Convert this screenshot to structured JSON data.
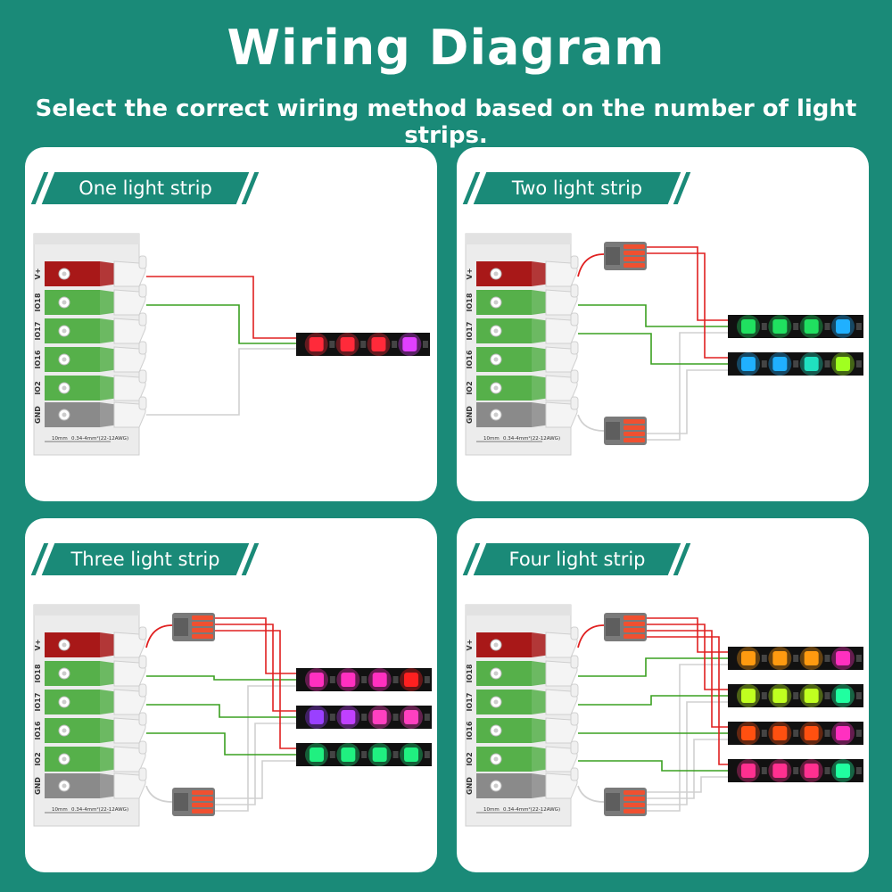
{
  "title": "Wiring Diagram",
  "subtitle": "Select the correct wiring method based on the number of light strips.",
  "terminal_labels": [
    "V+",
    "IO18",
    "IO17",
    "IO16",
    "IO2",
    "GND"
  ],
  "scale_text": "10mm",
  "wire_spec_text": "0.34-4mm²(22-12AWG)",
  "panels": [
    {
      "label": "One light strip",
      "strips": 1,
      "connectors": 0
    },
    {
      "label": "Two light strip",
      "strips": 2,
      "connectors": 2
    },
    {
      "label": "Three light strip",
      "strips": 3,
      "connectors": 2
    },
    {
      "label": "Four light strip",
      "strips": 4,
      "connectors": 2
    }
  ],
  "colors": {
    "background": "#1a8a78",
    "vplus_wire": "#e02020",
    "data_wire": "#3aa020",
    "gnd_wire": "#d0d0d0",
    "terminal_vplus": "#a81818",
    "terminal_io": "#56b04a",
    "terminal_gnd": "#8a8a8a"
  },
  "strip_led_colors": [
    [
      "#ff2a3a",
      "#ff2a3a",
      "#ff2a3a",
      "#e040ff"
    ],
    [
      "#20e060",
      "#20e060",
      "#20e060",
      "#20b0ff"
    ],
    [
      "#20b0ff",
      "#20b0ff",
      "#20e0c0",
      "#a0ff20"
    ],
    [
      "#ff30c0",
      "#ff30c0",
      "#ff30c0",
      "#ff2020"
    ],
    [
      "#9a40ff",
      "#c040ff",
      "#ff40c0",
      "#ff40c0"
    ],
    [
      "#20f080",
      "#20f080",
      "#20f080",
      "#20f080"
    ],
    [
      "#ff9a10",
      "#ff9a10",
      "#ff9a10",
      "#ff30c0"
    ],
    [
      "#c0ff20",
      "#c0ff20",
      "#c0ff20",
      "#20ffa0"
    ],
    [
      "#ff5010",
      "#ff5010",
      "#ff5010",
      "#ff30c0"
    ],
    [
      "#ff3090",
      "#ff3090",
      "#ff3090",
      "#20ffa0"
    ]
  ]
}
